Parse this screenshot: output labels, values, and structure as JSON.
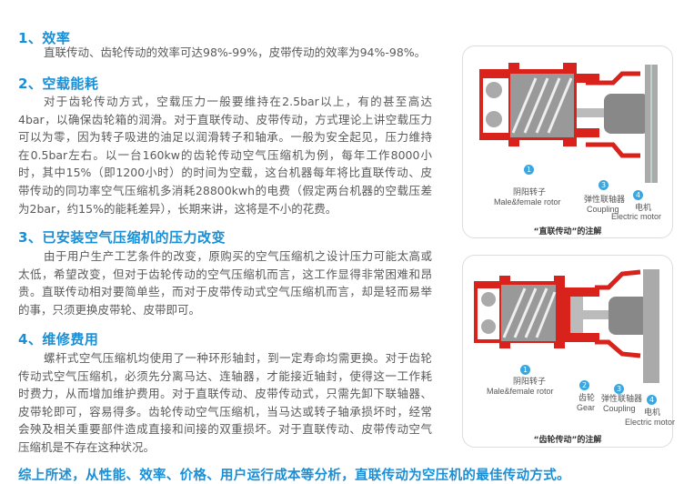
{
  "sections": [
    {
      "heading": "1、效率",
      "lines": [
        "直联传动、齿轮传动的效率可达98%-99%，皮带传动的效率为94%-98%。"
      ]
    },
    {
      "heading": "2、空载能耗",
      "lines": [
        "对于齿轮传动方式，空载压力一般要维持在2.5bar以上，有的甚至高达",
        "4bar，以确保齿轮箱的润滑。对于直联传动、皮带传动，方式理论上讲空载压力",
        "可以为零，因为转子吸进的油足以润滑转子和轴承。一般为安全起见，压力维持",
        "在0.5bar左右。以一台160kw的齿轮传动空气压缩机为例，每年工作8000小",
        "时，其中15%（即1200小时）的时间为空载，这台机器每年将比直联传动、皮",
        "带传动的同功率空气压缩机多消耗28800kwh的电费（假定两台机器的空载压差",
        "为2bar，约15%的能耗差异），长期来讲，这将是不小的花费。"
      ]
    },
    {
      "heading": "3、已安装空气压缩机的压力改变",
      "lines": [
        "由于用户生产工艺条件的改变，原购买的空气压缩机之设计压力可能太高或",
        "太低，希望改变，但对于齿轮传动的空气压缩机而言，这工作显得非常困难和昂",
        "贵。直联传动相对要简单些，而对于皮带传动式空气压缩机而言，却是轻而易举",
        "的事，只须更换皮带轮、皮带即可。"
      ]
    },
    {
      "heading": "4、维修费用",
      "lines": [
        "螺杆式空气压缩机均使用了一种环形轴封，到一定寿命均需更换。对于齿轮",
        "传动式空气压缩机，必须先分离马达、连轴器，才能接近轴封，使得这一工作耗",
        "时费力，从而增加维护费用。对于直联传动、皮带传动式，只需先卸下联轴器、",
        "皮带轮即可，容易得多。齿轮传动空气压缩机，当马达或转子轴承损坏时，经常",
        "会殃及相关重要部件造成直接和间接的双重损坏。对于直联传动、皮带传动空气",
        "压缩机是不存在这种状况。"
      ]
    }
  ],
  "conclusion": "综上所述，从性能、效率、价格、用户运行成本等分析，直联传动为空压机的最佳传动方式。",
  "diagram1": {
    "caption": "“直联传动”的注解",
    "labels": [
      {
        "n": "1",
        "cn": "阴阳转子",
        "en": "Male&female rotor"
      },
      {
        "n": "3",
        "cn": "弹性联轴器",
        "en": "Coupling"
      },
      {
        "n": "4",
        "cn": "电机",
        "en": "Electric motor"
      }
    ]
  },
  "diagram2": {
    "caption": "“齿轮传动”的注解",
    "labels": [
      {
        "n": "1",
        "cn": "阴阳转子",
        "en": "Male&female rotor"
      },
      {
        "n": "2",
        "cn": "齿轮",
        "en": "Gear"
      },
      {
        "n": "3",
        "cn": "弹性联轴器",
        "en": "Coupling"
      },
      {
        "n": "4",
        "cn": "电机",
        "en": "Electric motor"
      }
    ]
  },
  "colors": {
    "heading": "#1a8fd6",
    "casing": "#d9221c",
    "text": "#5a5a5a"
  }
}
